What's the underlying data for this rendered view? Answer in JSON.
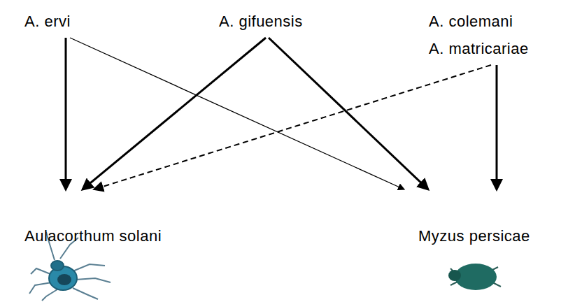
{
  "diagram": {
    "nodes": [
      {
        "text": [
          "A. ervi"
        ]
      },
      {
        "text": [
          "A. gifuensis"
        ]
      },
      {
        "text": [
          "A. colemani"
        ]
      },
      {
        "text": [
          "A. matricariae"
        ]
      },
      {
        "text": [
          "Aulacorthum solani"
        ]
      },
      {
        "text": [
          "Myzus persicae"
        ]
      }
    ],
    "edges": [
      {
        "from": 0,
        "to": 4,
        "arrow": "to"
      },
      {
        "from": 0,
        "to": 5,
        "arrow": "to"
      },
      {
        "from": 1,
        "to": 4,
        "arrow": "to"
      },
      {
        "from": 1,
        "to": 5,
        "arrow": "to"
      },
      {
        "from": 3,
        "to": 4,
        "arrow": "to"
      },
      {
        "from": 3,
        "to": 5,
        "arrow": "to"
      }
    ]
  }
}
